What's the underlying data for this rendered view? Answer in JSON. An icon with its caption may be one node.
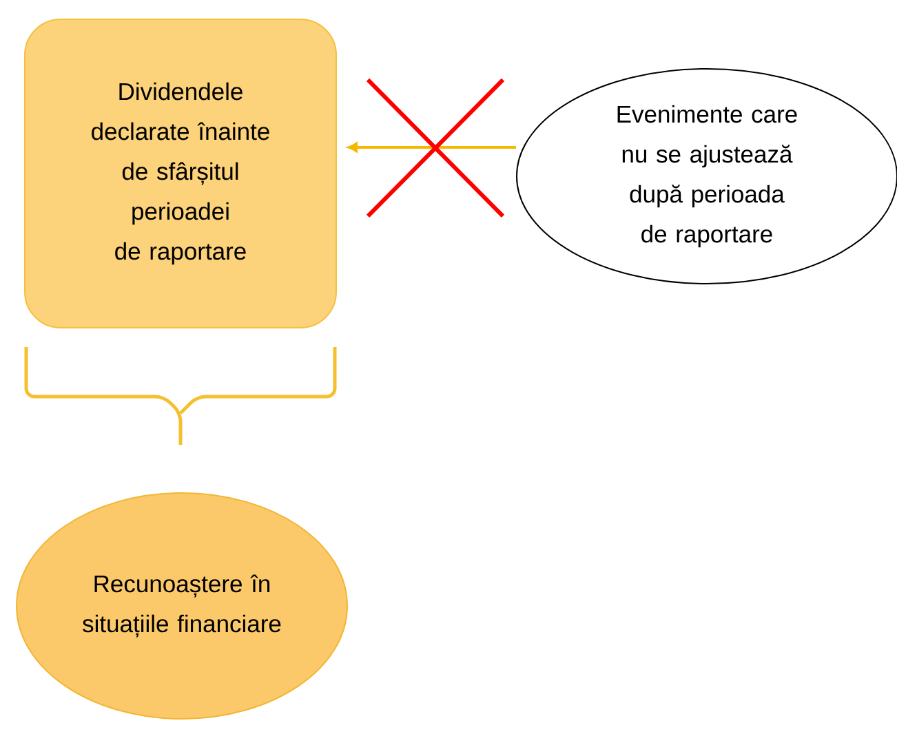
{
  "diagram": {
    "nodes": [
      {
        "text": [
          "Dividendele declarate înainte de sfârșitul perioadei de raportare"
        ]
      },
      {
        "text": [
          "Evenimente care nu se ajustează după perioada de raportare"
        ]
      },
      {
        "text": [
          "Recunoaștere în situațiile financiare"
        ]
      }
    ],
    "edges": [
      {
        "from": 1,
        "to": 0,
        "arrow": "to"
      }
    ]
  }
}
